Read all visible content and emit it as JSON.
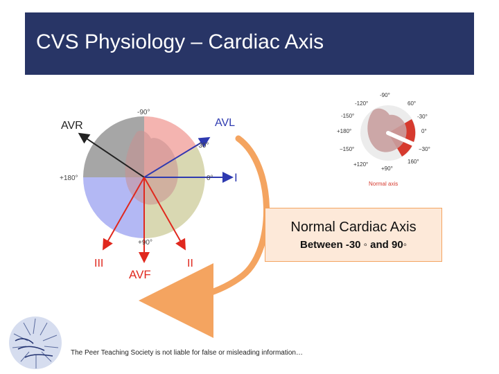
{
  "header": {
    "title": "CVS Physiology – Cardiac Axis"
  },
  "hexaxial": {
    "leads": {
      "avr": "AVR",
      "avl": "AVL",
      "i": "I",
      "iii": "III",
      "avf": "AVF",
      "ii": "II"
    },
    "degrees": {
      "minus90": "-90°",
      "minus30": "-30°",
      "zero": "0°",
      "plus180": "+180°",
      "plus90": "+90°"
    },
    "colors": {
      "gray": "#a6a6a6",
      "red": "#f4b4b0",
      "blue": "#b3b8f4",
      "olive": "#d9d8b2",
      "arrow_red": "#e0281e",
      "arrow_black": "#222222",
      "arrow_blue": "#2e3ab0",
      "orange": "#f4a460"
    }
  },
  "inset": {
    "labels": {
      "m120": "-120°",
      "m90": "-90°",
      "p60": "60°",
      "m150": "-150°",
      "m30": "-30°",
      "p180": "+180°",
      "zero": "0°",
      "m150b": "−150°",
      "m30b": "−30°",
      "p120": "+120°",
      "p90": "+90°",
      "p160": "160°"
    },
    "caption": "Normal axis"
  },
  "info": {
    "title": "Normal Cardiac Axis",
    "subtitle": "Between -30 ◦ and 90◦"
  },
  "footer": {
    "disclaimer": "The Peer Teaching Society is not liable for false or misleading information…"
  }
}
